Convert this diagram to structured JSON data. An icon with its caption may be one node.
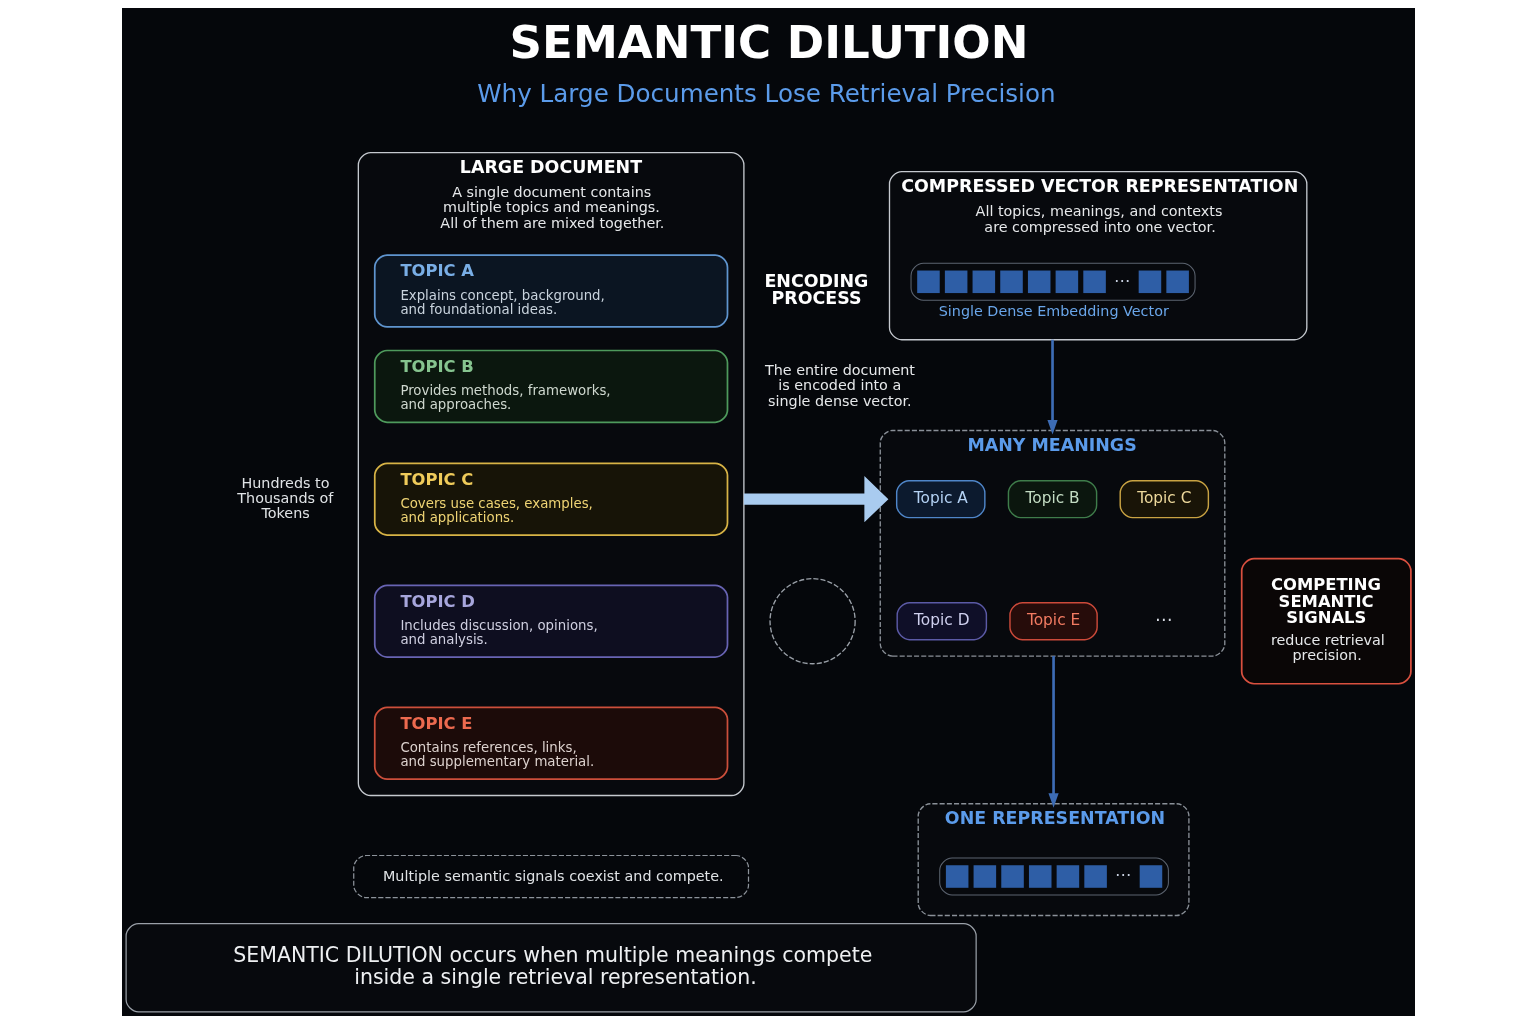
{
  "diagram": {
    "title": "SEMANTIC DILUTION",
    "caption": "Why Large Documents Lose Retrieval Precision",
    "nodes": [
      {
        "text": [
          "LARGE DOCUMENT",
          "A single document contains multiple topics and meanings. All of them are mixed together."
        ],
        "beside": [
          "Hundreds to Thousands of Tokens"
        ]
      },
      {
        "text": [
          "TOPIC A",
          "Explains concept, background, and foundational ideas."
        ],
        "in": 0
      },
      {
        "text": [
          "TOPIC B",
          "Provides methods, frameworks, and approaches."
        ],
        "in": 0
      },
      {
        "text": [
          "TOPIC C",
          "Covers use cases, examples, and applications."
        ],
        "in": 0
      },
      {
        "text": [
          "TOPIC D",
          "Includes discussion, opinions, and analysis."
        ],
        "in": 0
      },
      {
        "text": [
          "TOPIC E",
          "Contains references, links, and supplementary material."
        ],
        "in": 0
      },
      {
        "text": [
          "Multiple semantic signals coexist and compete."
        ]
      },
      {
        "text": [],
        "shape": "circle"
      },
      {
        "text": [
          "COMPRESSED VECTOR REPRESENTATION",
          "All topics, meanings, and contexts are compressed into one vector."
        ]
      },
      {
        "text": [
          "⋯"
        ],
        "in": 8,
        "beside": [
          "Single Dense Embedding Vector"
        ]
      },
      {
        "text": [
          "MANY MEANINGS"
        ]
      },
      {
        "text": [
          "Topic A"
        ],
        "in": 10
      },
      {
        "text": [
          "Topic B"
        ],
        "in": 10
      },
      {
        "text": [
          "Topic C"
        ],
        "in": 10
      },
      {
        "text": [
          "Topic D"
        ],
        "in": 10
      },
      {
        "text": [
          "Topic E"
        ],
        "in": 10
      },
      {
        "text": [
          "ONE REPRESENTATION"
        ]
      },
      {
        "text": [
          "⋯"
        ],
        "in": 16
      },
      {
        "text": [
          "COMPETING SEMANTIC SIGNALS",
          "reduce retrieval precision."
        ]
      },
      {
        "text": [
          "SEMANTIC DILUTION occurs when multiple meanings compete inside a single retrieval representation."
        ]
      }
    ],
    "edges": [
      {
        "from": 0,
        "to": 10,
        "arrow": "to",
        "style": "thick",
        "color": "#a9cbef"
      },
      {
        "from": 8,
        "to": 10,
        "arrow": "to"
      },
      {
        "from": 10,
        "to": 16,
        "arrow": "to"
      }
    ],
    "labels": [
      "ENCODING PROCESS",
      "The entire document is encoded into a single dense vector.",
      "⋯"
    ]
  }
}
